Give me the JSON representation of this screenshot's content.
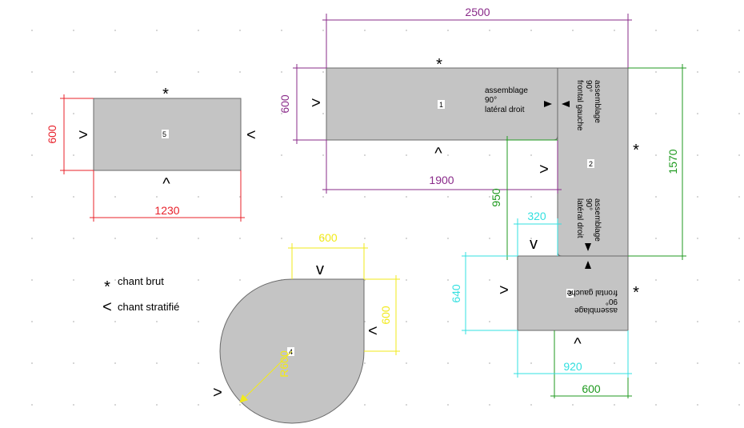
{
  "colors": {
    "purple": "#8a2b8a",
    "red": "#e8202a",
    "green": "#1f9a1f",
    "cyan": "#33e0e0",
    "yellow": "#f2ea1a",
    "piece_fill": "#c4c4c4"
  },
  "pieces": {
    "p1": {
      "id": "1",
      "dim_top": "2500",
      "dim_left": "600",
      "dim_bottom": "1900",
      "note": [
        "assemblage",
        "90°",
        "latéral droit"
      ]
    },
    "p2": {
      "id": "2",
      "dim_right": "1570",
      "dim_left_lower": "950",
      "note_top": [
        "assemblage",
        "90°",
        "frontal gauche"
      ],
      "note_bottom": [
        "assemblage",
        "90°",
        "latéral droit"
      ]
    },
    "p3": {
      "id": "3",
      "dim_notch": "320",
      "dim_left": "640",
      "dim_bottom": "920",
      "dim_bottom2": "600",
      "note": [
        "assemblage",
        "90°",
        "frontal gauche"
      ]
    },
    "p4": {
      "id": "4",
      "dim_top": "600",
      "dim_right": "600",
      "radius": "R600"
    },
    "p5": {
      "id": "5",
      "dim_left": "600",
      "dim_bottom": "1230"
    }
  },
  "legend": {
    "brut_symbol": "*",
    "brut_label": "chant brut",
    "strat_symbol": "<",
    "strat_label": "chant stratifié"
  },
  "marks": {
    "star": "*",
    "lt": "<",
    "gt": ">",
    "up": "^",
    "v": "v"
  }
}
